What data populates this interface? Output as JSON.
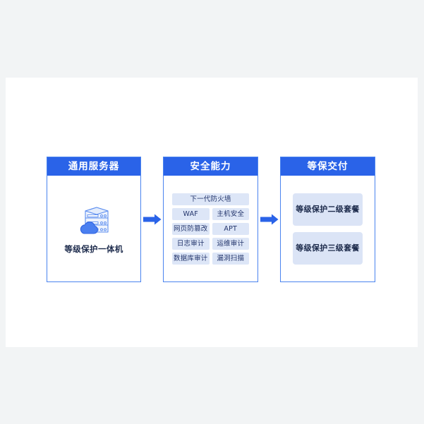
{
  "theme": {
    "page_background": "#f2f4f5",
    "card_background": "#ffffff",
    "header_blue": "#2a63e8",
    "border_blue": "#4a83ef",
    "tag_background": "#dde6f7",
    "package_background": "#dbe4f6",
    "text_dark": "#1d2b4c"
  },
  "diagram": {
    "type": "flow",
    "stages": [
      {
        "id": "general-server",
        "header": "通用服务器",
        "icon": "server-cloud-icon",
        "label": "等级保护一体机"
      },
      {
        "id": "security-capability",
        "header": "安全能力",
        "tag_rows": [
          [
            "下一代防火墙"
          ],
          [
            "WAF",
            "主机安全"
          ],
          [
            "网页防篡改",
            "APT"
          ],
          [
            "日志审计",
            "运维审计"
          ],
          [
            "数据库审计",
            "漏洞扫描"
          ]
        ]
      },
      {
        "id": "dengbao-delivery",
        "header": "等保交付",
        "packages": [
          "等级保护二级套餐",
          "等级保护三级套餐"
        ]
      }
    ],
    "connectors": [
      {
        "id": "arrow-1",
        "icon": "arrow-right-icon"
      },
      {
        "id": "arrow-2",
        "icon": "arrow-right-icon"
      }
    ]
  }
}
